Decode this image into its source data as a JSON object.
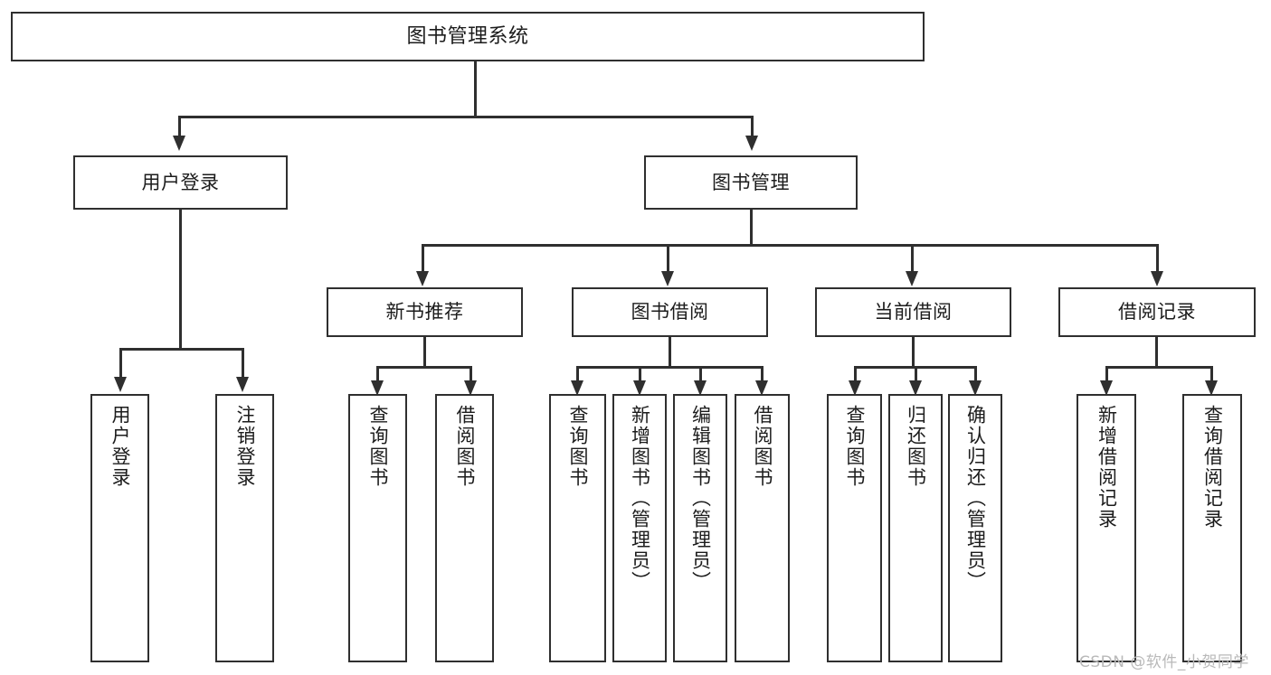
{
  "diagram": {
    "type": "tree-hierarchy-chart",
    "title": "图书管理系统",
    "root": {
      "label": "图书管理系统"
    },
    "level1": [
      {
        "label": "用户登录"
      },
      {
        "label": "图书管理"
      }
    ],
    "level2": [
      {
        "label": "新书推荐"
      },
      {
        "label": "图书借阅"
      },
      {
        "label": "当前借阅"
      },
      {
        "label": "借阅记录"
      }
    ],
    "leaves": [
      {
        "label": "用户登录",
        "parent": "用户登录"
      },
      {
        "label": "注销登录",
        "parent": "用户登录"
      },
      {
        "label": "查询图书",
        "parent": "新书推荐"
      },
      {
        "label": "借阅图书",
        "parent": "新书推荐"
      },
      {
        "label": "查询图书",
        "parent": "图书借阅"
      },
      {
        "label": "新增图书（管理员）",
        "parent": "图书借阅"
      },
      {
        "label": "编辑图书（管理员）",
        "parent": "图书借阅"
      },
      {
        "label": "借阅图书",
        "parent": "图书借阅"
      },
      {
        "label": "查询图书",
        "parent": "当前借阅"
      },
      {
        "label": "归还图书",
        "parent": "当前借阅"
      },
      {
        "label": "确认归还（管理员）",
        "parent": "当前借阅"
      },
      {
        "label": "新增借阅记录",
        "parent": "借阅记录"
      },
      {
        "label": "查询借阅记录",
        "parent": "借阅记录"
      }
    ]
  },
  "watermark": {
    "text": "CSDN @软件_小贺同学"
  },
  "colors": {
    "stroke": "#2f2f2f",
    "fill": "#ffffff",
    "text": "#1c1c1c",
    "watermark": "#b9b9b9"
  }
}
